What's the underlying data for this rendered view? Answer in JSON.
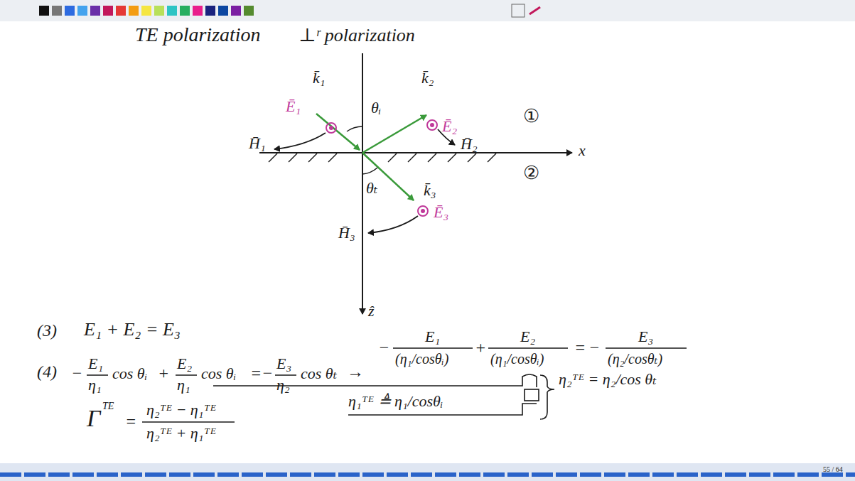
{
  "diagram": {
    "title": "TE polarization",
    "labels": [
      "⊥ʳ polarization",
      "k̄₁",
      "Ē₁",
      "H̄₁",
      "θᵢ",
      "k̄₂",
      "Ē₂",
      "H̄₂",
      "x",
      "①",
      "②",
      "θₜ",
      "k̄₃",
      "Ē₃",
      "H̄₃",
      "ẑ",
      "(3)",
      "E₁ + E₂ = E₃",
      "(4)",
      "−",
      "E₁",
      "η₁",
      "cos θᵢ",
      "+",
      "E₂",
      "η₁",
      "cos θᵢ",
      "=",
      "−",
      "E₃",
      "η₂",
      "cos θₜ",
      "→",
      "−",
      "E₁",
      "(η₁/cosθᵢ)",
      "+",
      "E₂",
      "(η₁/cosθᵢ)",
      "=",
      "−",
      "E₃",
      "(η₂/cosθₜ)",
      "Γ",
      "TE",
      "=",
      "η₂ᵀᴱ − η₁ᵀᴱ",
      "η₂ᵀᴱ + η₁ᵀᴱ",
      "η₁ᵀᴱ ≜ η₁/cosθᵢ",
      "η₂ᵀᴱ = η₂/cos θₜ",
      "55 / 64"
    ]
  }
}
